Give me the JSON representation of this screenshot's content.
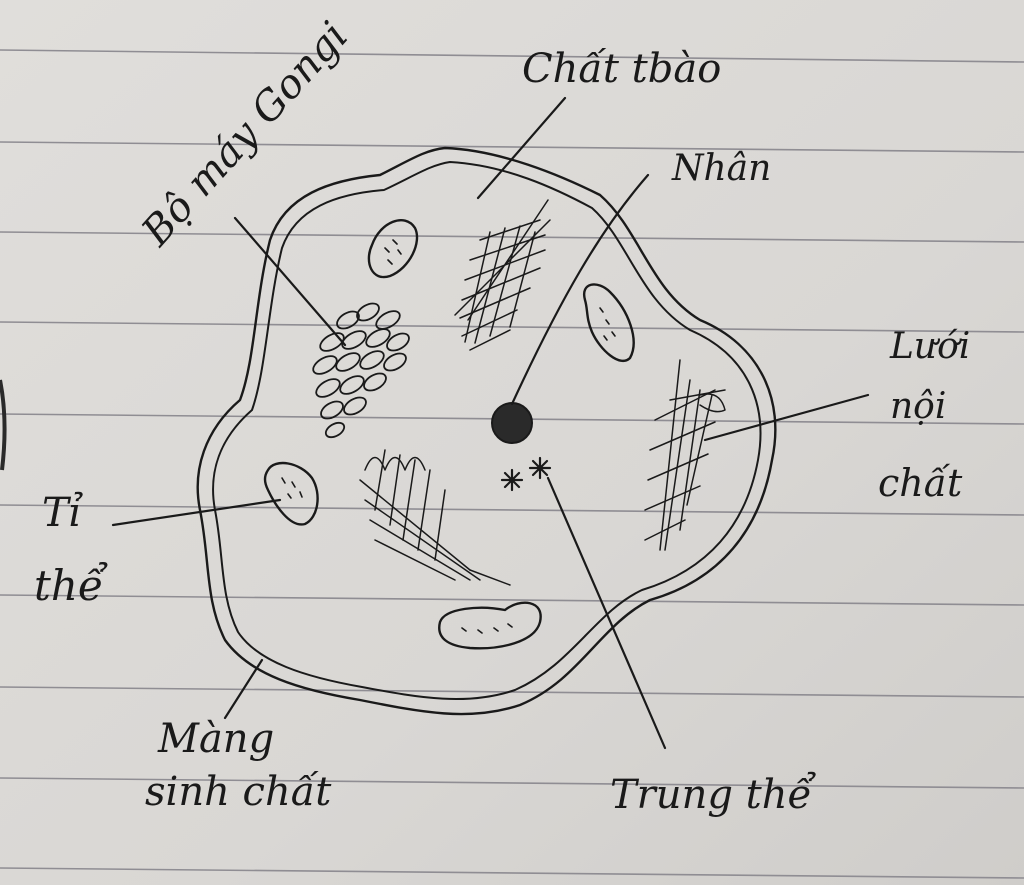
{
  "labels": {
    "chat_te_bao": "Chất tbào",
    "bo_may_gongi": "Bộ máy Gongi",
    "nhan": "Nhân",
    "luoi_noi_chat_1": "Lưới",
    "luoi_noi_chat_2": "nội",
    "luoi_noi_chat_3": "chất",
    "ti_the_1": "Tỉ",
    "ti_the_2": "thể",
    "mang_sinh_chat_1": "Màng",
    "mang_sinh_chat_2": "sinh chất",
    "trung_the": "Trung thể"
  },
  "colors": {
    "paper": "#dcdad7",
    "rule_line": "#8f8d93",
    "ink": "#1a1a1a"
  }
}
